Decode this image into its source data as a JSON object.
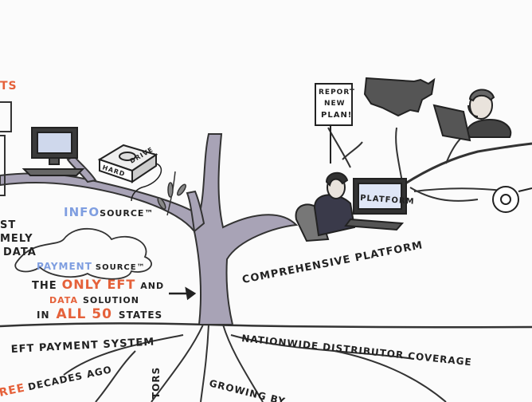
{
  "labels": {
    "top_left_fragment": "TS",
    "left_fragment_1": "ST",
    "left_fragment_2": "MELY",
    "left_fragment_3": "DATA",
    "hard_drive": [
      "HARD",
      "DRIVE"
    ],
    "infosource_prefix": "INFO",
    "infosource_suffix": "SOURCE™",
    "paymentsource_prefix": "PAYMENT",
    "paymentsource_suffix": "SOURCE™",
    "the": "THE",
    "only_eft": "ONLY EFT",
    "and": "AND",
    "data_solution_prefix": "DATA",
    "data_solution_suffix": "SOLUTION",
    "in": "IN",
    "all_50": "ALL 50",
    "states": "STATES",
    "comprehensive_platform": "COMPREHENSIVE PLATFORM",
    "platform_screen": "PLATFORM",
    "report_sign": [
      "REPORT",
      "NEW",
      "PLAN!"
    ],
    "eft_payment_system": "EFT PAYMENT SYSTEM",
    "nationwide_coverage": "NATIONWIDE DISTRIBUTOR COVERAGE",
    "decades_prefix": "REE",
    "decades_ago": "DECADES AGO",
    "tors_fragment": "TORS",
    "growing_by": "GROWING BY"
  },
  "colors": {
    "ink": "#2b2b2b",
    "tree": "#9c97ad",
    "orange": "#e5613a",
    "blue": "#7f9ee0",
    "gray_fill": "#a9a6b4",
    "screen": "#dfe6f6"
  }
}
